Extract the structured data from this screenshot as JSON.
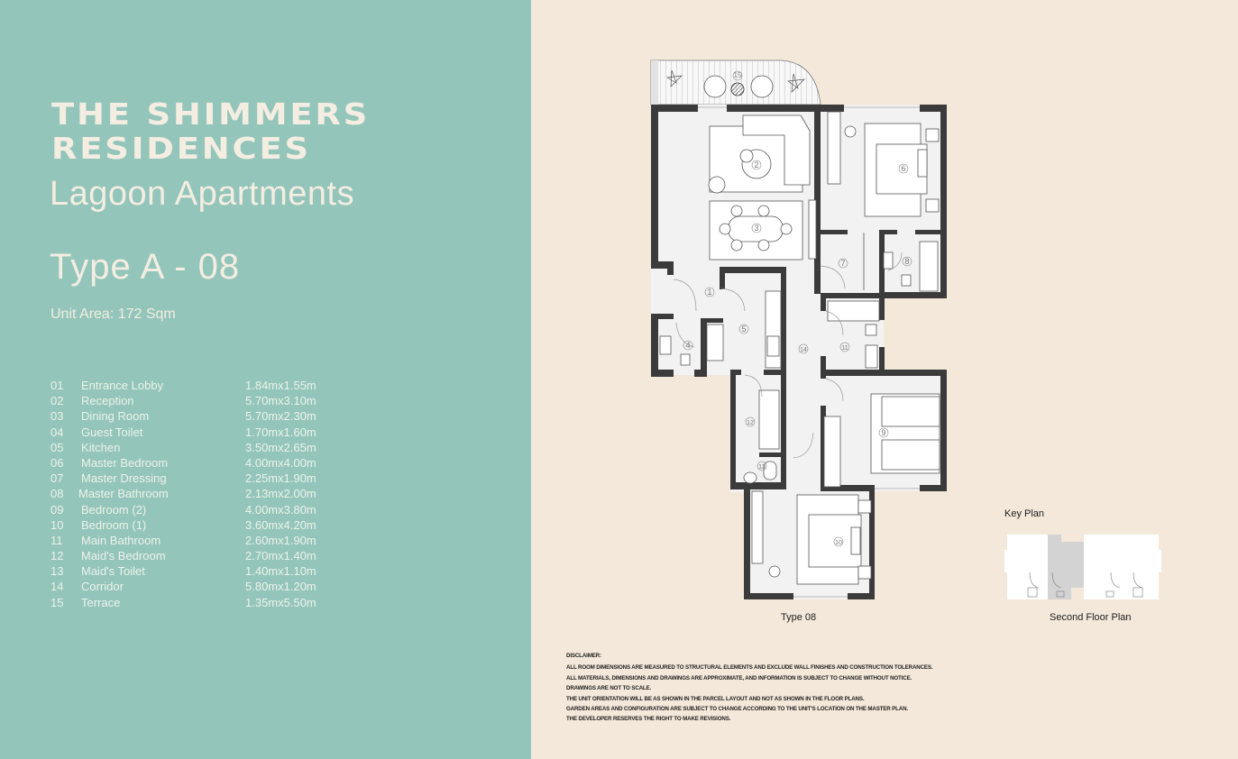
{
  "project": {
    "name_line1": "THE SHIMMERS",
    "name_line2": "RESIDENCES",
    "collection": "Lagoon Apartments",
    "unit_type": "Type A - 08",
    "unit_area": "Unit Area: 172 Sqm"
  },
  "colors": {
    "left_panel_bg": "#93c5bb",
    "right_panel_bg": "#f3e8da",
    "heading_text": "#f4ede1",
    "wall": "#3a3a3a",
    "floor": "#f2f2f2"
  },
  "rooms": [
    {
      "num": "01",
      "name": "Entrance Lobby",
      "dim": "1.84mx1.55m"
    },
    {
      "num": "02",
      "name": "Reception",
      "dim": "5.70mx3.10m"
    },
    {
      "num": "03",
      "name": "Dining Room",
      "dim": "5.70mx2.30m"
    },
    {
      "num": "04",
      "name": "Guest Toilet",
      "dim": "1.70mx1.60m"
    },
    {
      "num": "05",
      "name": "Kitchen",
      "dim": "3.50mx2.65m"
    },
    {
      "num": "06",
      "name": "Master Bedroom",
      "dim": "4.00mx4.00m"
    },
    {
      "num": "07",
      "name": "Master Dressing",
      "dim": "2.25mx1.90m"
    },
    {
      "num": "08",
      "name": "Master Bathroom",
      "dim": "2.13mx2.00m"
    },
    {
      "num": "09",
      "name": "Bedroom (2)",
      "dim": "4.00mx3.80m"
    },
    {
      "num": "10",
      "name": "Bedroom (1)",
      "dim": "3.60mx4.20m"
    },
    {
      "num": "11",
      "name": "Main Bathroom",
      "dim": "2.60mx1.90m"
    },
    {
      "num": "12",
      "name": "Maid's Bedroom",
      "dim": "2.70mx1.40m"
    },
    {
      "num": "13",
      "name": "Maid's Toilet",
      "dim": "1.40mx1.10m"
    },
    {
      "num": "14",
      "name": "Corridor",
      "dim": "5.80mx1.20m"
    },
    {
      "num": "15",
      "name": "Terrace",
      "dim": "1.35mx5.50m"
    }
  ],
  "floor_plan": {
    "caption": "Type 08",
    "markers": [
      "1",
      "2",
      "3",
      "4",
      "5",
      "6",
      "7",
      "8",
      "9",
      "10",
      "11",
      "12",
      "13",
      "14",
      "15"
    ]
  },
  "key_plan": {
    "title": "Key Plan",
    "caption": "Second Floor Plan"
  },
  "disclaimer": {
    "title": "DISCLAIMER:",
    "lines": [
      "ALL ROOM DIMENSIONS ARE MEASURED TO STRUCTURAL ELEMENTS AND EXCLUDE WALL FINISHES AND CONSTRUCTION TOLERANCES.",
      "ALL MATERIALS, DIMENSIONS AND DRAWINGS ARE APPROXIMATE, AND INFORMATION IS SUBJECT TO CHANGE WITHOUT NOTICE.",
      "DRAWINGS ARE NOT TO SCALE.",
      "THE UNIT ORIENTATION WILL BE AS SHOWN IN THE PARCEL LAYOUT AND NOT AS SHOWN IN THE FLOOR PLANS.",
      "GARDEN AREAS AND CONFIGURATION ARE SUBJECT TO CHANGE ACCORDING TO THE UNIT'S LOCATION ON THE MASTER PLAN.",
      "THE DEVELOPER RESERVES THE RIGHT TO MAKE REVISIONS."
    ]
  }
}
